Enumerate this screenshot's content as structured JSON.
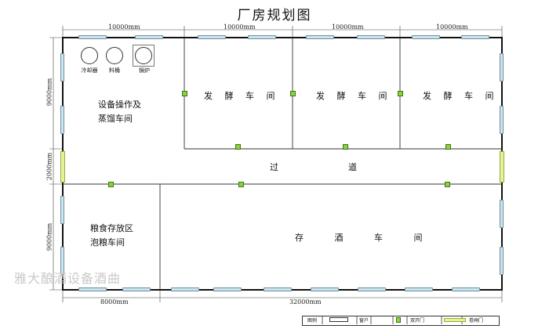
{
  "title": "厂房规划图",
  "dimensions": {
    "top_1": "10000mm",
    "top_2": "10000mm",
    "top_3": "10000mm",
    "top_4": "10000mm",
    "left_top": "9000mm",
    "left_mid": "2000mm",
    "left_bottom": "9000mm",
    "bottom_left": "8000mm",
    "bottom_total": "32000mm"
  },
  "rooms": {
    "equipment": {
      "line1": "设备操作及",
      "line2": "蒸馏车间"
    },
    "ferment_1": "发 酵 车 间",
    "ferment_2": "发 酵 车 间",
    "ferment_3": "发 酵 车 间",
    "corridor_left": "过",
    "corridor_right": "道",
    "grain": {
      "line1": "粮食存放区",
      "line2": "泡粮车间"
    },
    "storage": "存 酒 车 间"
  },
  "equipment_items": {
    "cooler": "冷却器",
    "bucket": "料桶",
    "boiler": "锅炉"
  },
  "watermark": "雅大酿酒设备酒曲",
  "legend": {
    "label": "图例",
    "window": "窗户",
    "double_door": "双开门",
    "rollup_door": "卷闸门"
  }
}
